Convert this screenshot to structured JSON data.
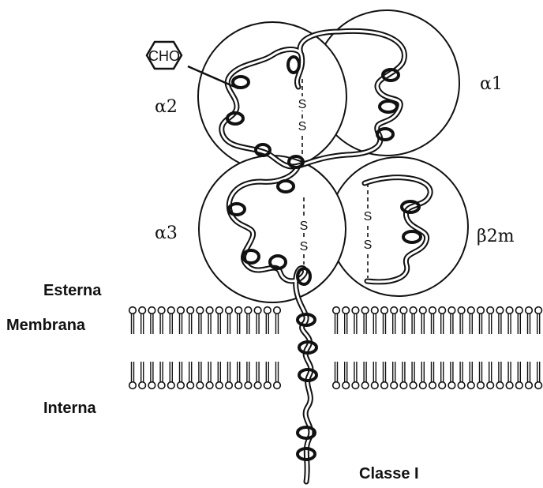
{
  "labels": {
    "cho": "CHO",
    "alpha1": "α1",
    "alpha2": "α2",
    "alpha3": "α3",
    "beta2m": "β2m",
    "esterna": "Esterna",
    "membrana": "Membrana",
    "interna": "Interna",
    "classe": "Classe I",
    "s": "S"
  },
  "colors": {
    "ink": "#111111",
    "paper": "#ffffff"
  }
}
